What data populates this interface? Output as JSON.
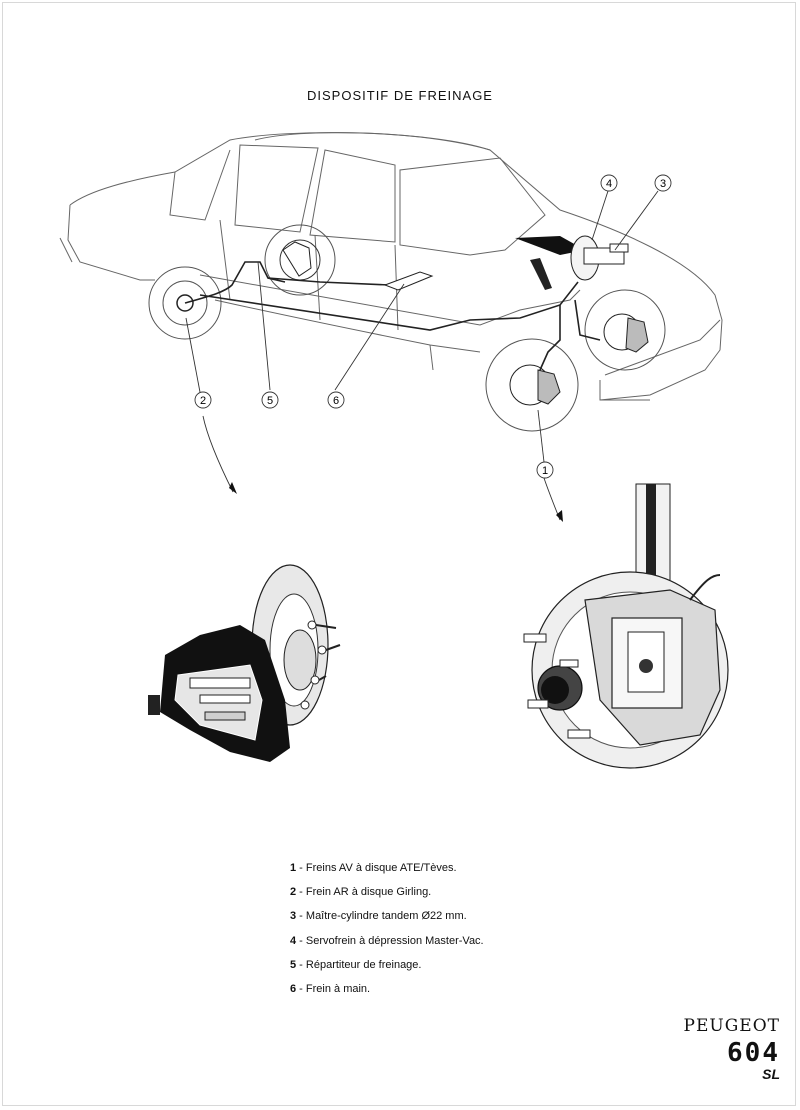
{
  "title": "DISPOSITIF DE FREINAGE",
  "callouts": [
    {
      "id": "1"
    },
    {
      "id": "2"
    },
    {
      "id": "3"
    },
    {
      "id": "4"
    },
    {
      "id": "5"
    },
    {
      "id": "6"
    }
  ],
  "legend": [
    {
      "num": "1",
      "text": "Freins AV à disque ATE/Tèves."
    },
    {
      "num": "2",
      "text": "Frein AR à disque Girling."
    },
    {
      "num": "3",
      "text": "Maître-cylindre tandem Ø22 mm."
    },
    {
      "num": "4",
      "text": "Servofrein à dépression Master-Vac."
    },
    {
      "num": "5",
      "text": "Répartiteur de freinage."
    },
    {
      "num": "6",
      "text": "Frein à main."
    }
  ],
  "brand": {
    "name": "PEUGEOT",
    "model": "604",
    "trim": "SL"
  }
}
